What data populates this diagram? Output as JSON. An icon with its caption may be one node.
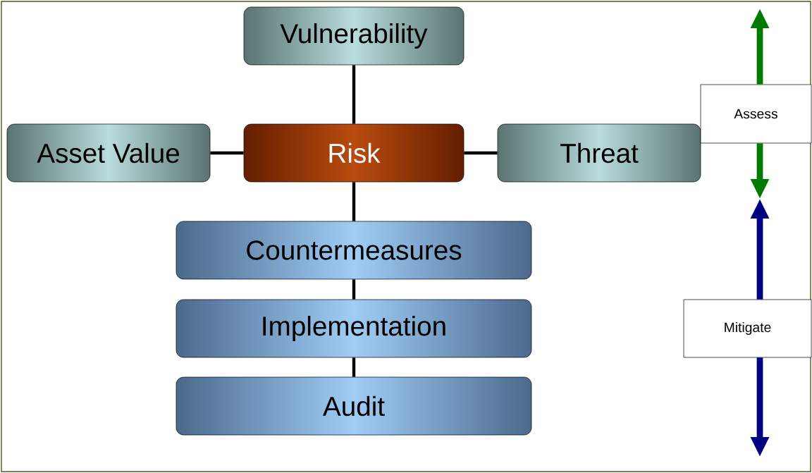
{
  "diagram": {
    "nodes": [
      {
        "text": [
          "Vulnerability"
        ]
      },
      {
        "text": [
          "Asset Value"
        ]
      },
      {
        "text": [
          "Risk"
        ]
      },
      {
        "text": [
          "Threat"
        ]
      },
      {
        "text": [
          "Countermeasures"
        ]
      },
      {
        "text": [
          "Implementation"
        ]
      },
      {
        "text": [
          "Audit"
        ]
      },
      {
        "text": [
          "Assess"
        ]
      },
      {
        "text": [
          "Mitigate"
        ]
      }
    ],
    "edges": [
      {
        "from": 0,
        "to": 2,
        "arrow": "none"
      },
      {
        "from": 1,
        "to": 2,
        "arrow": "none"
      },
      {
        "from": 2,
        "to": 3,
        "arrow": "none"
      },
      {
        "from": 2,
        "to": 4,
        "arrow": "none"
      },
      {
        "from": 4,
        "to": 5,
        "arrow": "none"
      },
      {
        "from": 5,
        "to": 6,
        "arrow": "none"
      },
      {
        "from": 7,
        "to": null,
        "arrow": "to",
        "style": "thick",
        "color": "#007a00"
      },
      {
        "from": 7,
        "to": null,
        "arrow": "to",
        "style": "thick",
        "color": "#007a00"
      },
      {
        "from": 8,
        "to": null,
        "arrow": "to",
        "style": "thick",
        "color": "#000080"
      },
      {
        "from": 8,
        "to": null,
        "arrow": "to",
        "style": "thick",
        "color": "#000080"
      }
    ]
  }
}
